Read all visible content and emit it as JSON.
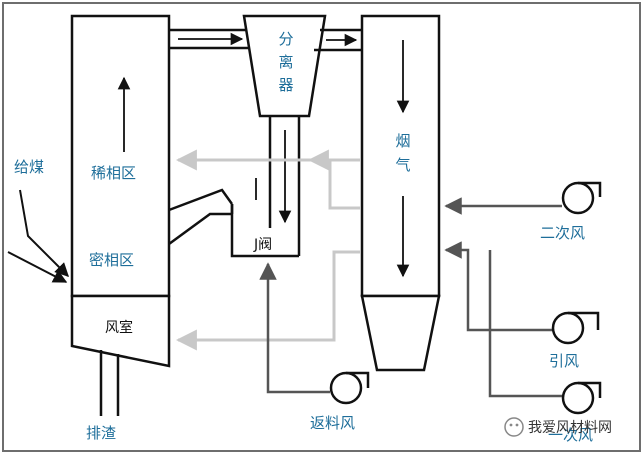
{
  "labels": {
    "separator": [
      "分",
      "离",
      "器"
    ],
    "dilute_zone": "稀相区",
    "dense_zone": "密相区",
    "wind_box": "风室",
    "coal_feed": "给煤",
    "flue_gas": [
      "烟",
      "气"
    ],
    "secondary_air": "二次风",
    "induced_fan": "引风",
    "primary_air": "一次风",
    "j_valve": "J阀",
    "return_air": "返料风",
    "slag_discharge": "排渣"
  },
  "watermark": "我爱风材料网",
  "colors": {
    "frame": "#6e6e6e",
    "stroke": "#111111",
    "gray_line": "#c8c8c8",
    "dark_line": "#555555",
    "label_blue": "#1e6e9a"
  }
}
